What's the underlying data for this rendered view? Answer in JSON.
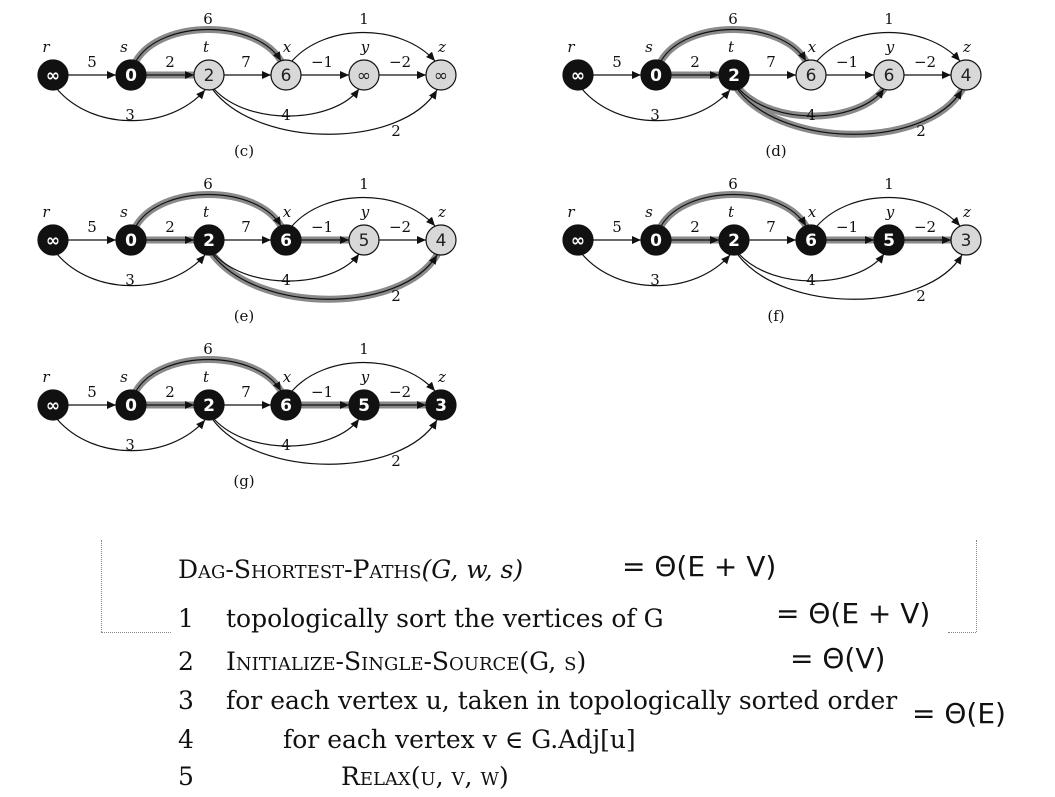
{
  "vertices": [
    "r",
    "s",
    "t",
    "x",
    "y",
    "z"
  ],
  "edge_weights": {
    "rs": "5",
    "st": "2",
    "tx": "7",
    "xy": "−1",
    "yz": "−2",
    "sx": "6",
    "xz": "1",
    "rt": "3",
    "ty": "4",
    "tz": "2"
  },
  "panels": [
    {
      "caption": "(c)",
      "distances": [
        "∞",
        "0",
        "2",
        "6",
        "∞",
        "∞"
      ],
      "black": [
        true,
        true,
        false,
        false,
        false,
        false
      ],
      "shaded_edges": [
        "st",
        "sx"
      ]
    },
    {
      "caption": "(d)",
      "distances": [
        "∞",
        "0",
        "2",
        "6",
        "6",
        "4"
      ],
      "black": [
        true,
        true,
        true,
        false,
        false,
        false
      ],
      "shaded_edges": [
        "st",
        "sx",
        "ty",
        "tz"
      ]
    },
    {
      "caption": "(e)",
      "distances": [
        "∞",
        "0",
        "2",
        "6",
        "5",
        "4"
      ],
      "black": [
        true,
        true,
        true,
        true,
        false,
        false
      ],
      "shaded_edges": [
        "st",
        "sx",
        "xy",
        "tz"
      ]
    },
    {
      "caption": "(f)",
      "distances": [
        "∞",
        "0",
        "2",
        "6",
        "5",
        "3"
      ],
      "black": [
        true,
        true,
        true,
        true,
        true,
        false
      ],
      "shaded_edges": [
        "st",
        "sx",
        "xy",
        "yz"
      ]
    },
    {
      "caption": "(g)",
      "distances": [
        "∞",
        "0",
        "2",
        "6",
        "5",
        "3"
      ],
      "black": [
        true,
        true,
        true,
        true,
        true,
        true
      ],
      "shaded_edges": [
        "st",
        "sx",
        "xy",
        "yz"
      ]
    }
  ],
  "algorithm": {
    "title": "Dag-Shortest-Paths",
    "title_args": "(G, w, s)",
    "lines": [
      {
        "num": "1",
        "text": "topologically sort the vertices of G"
      },
      {
        "num": "2",
        "text": "Initialize-Single-Source(G, s)"
      },
      {
        "num": "3",
        "text": "for each vertex u, taken in topologically sorted order"
      },
      {
        "num": "4",
        "text": "for each vertex v ∈ G.Adj[u]"
      },
      {
        "num": "5",
        "text": "Relax(u, v, w)"
      }
    ]
  },
  "annotations": {
    "total": "= Θ(E + V)",
    "line1": "= Θ(E + V)",
    "line2": "= Θ(V)",
    "loop": "= Θ(E)"
  }
}
